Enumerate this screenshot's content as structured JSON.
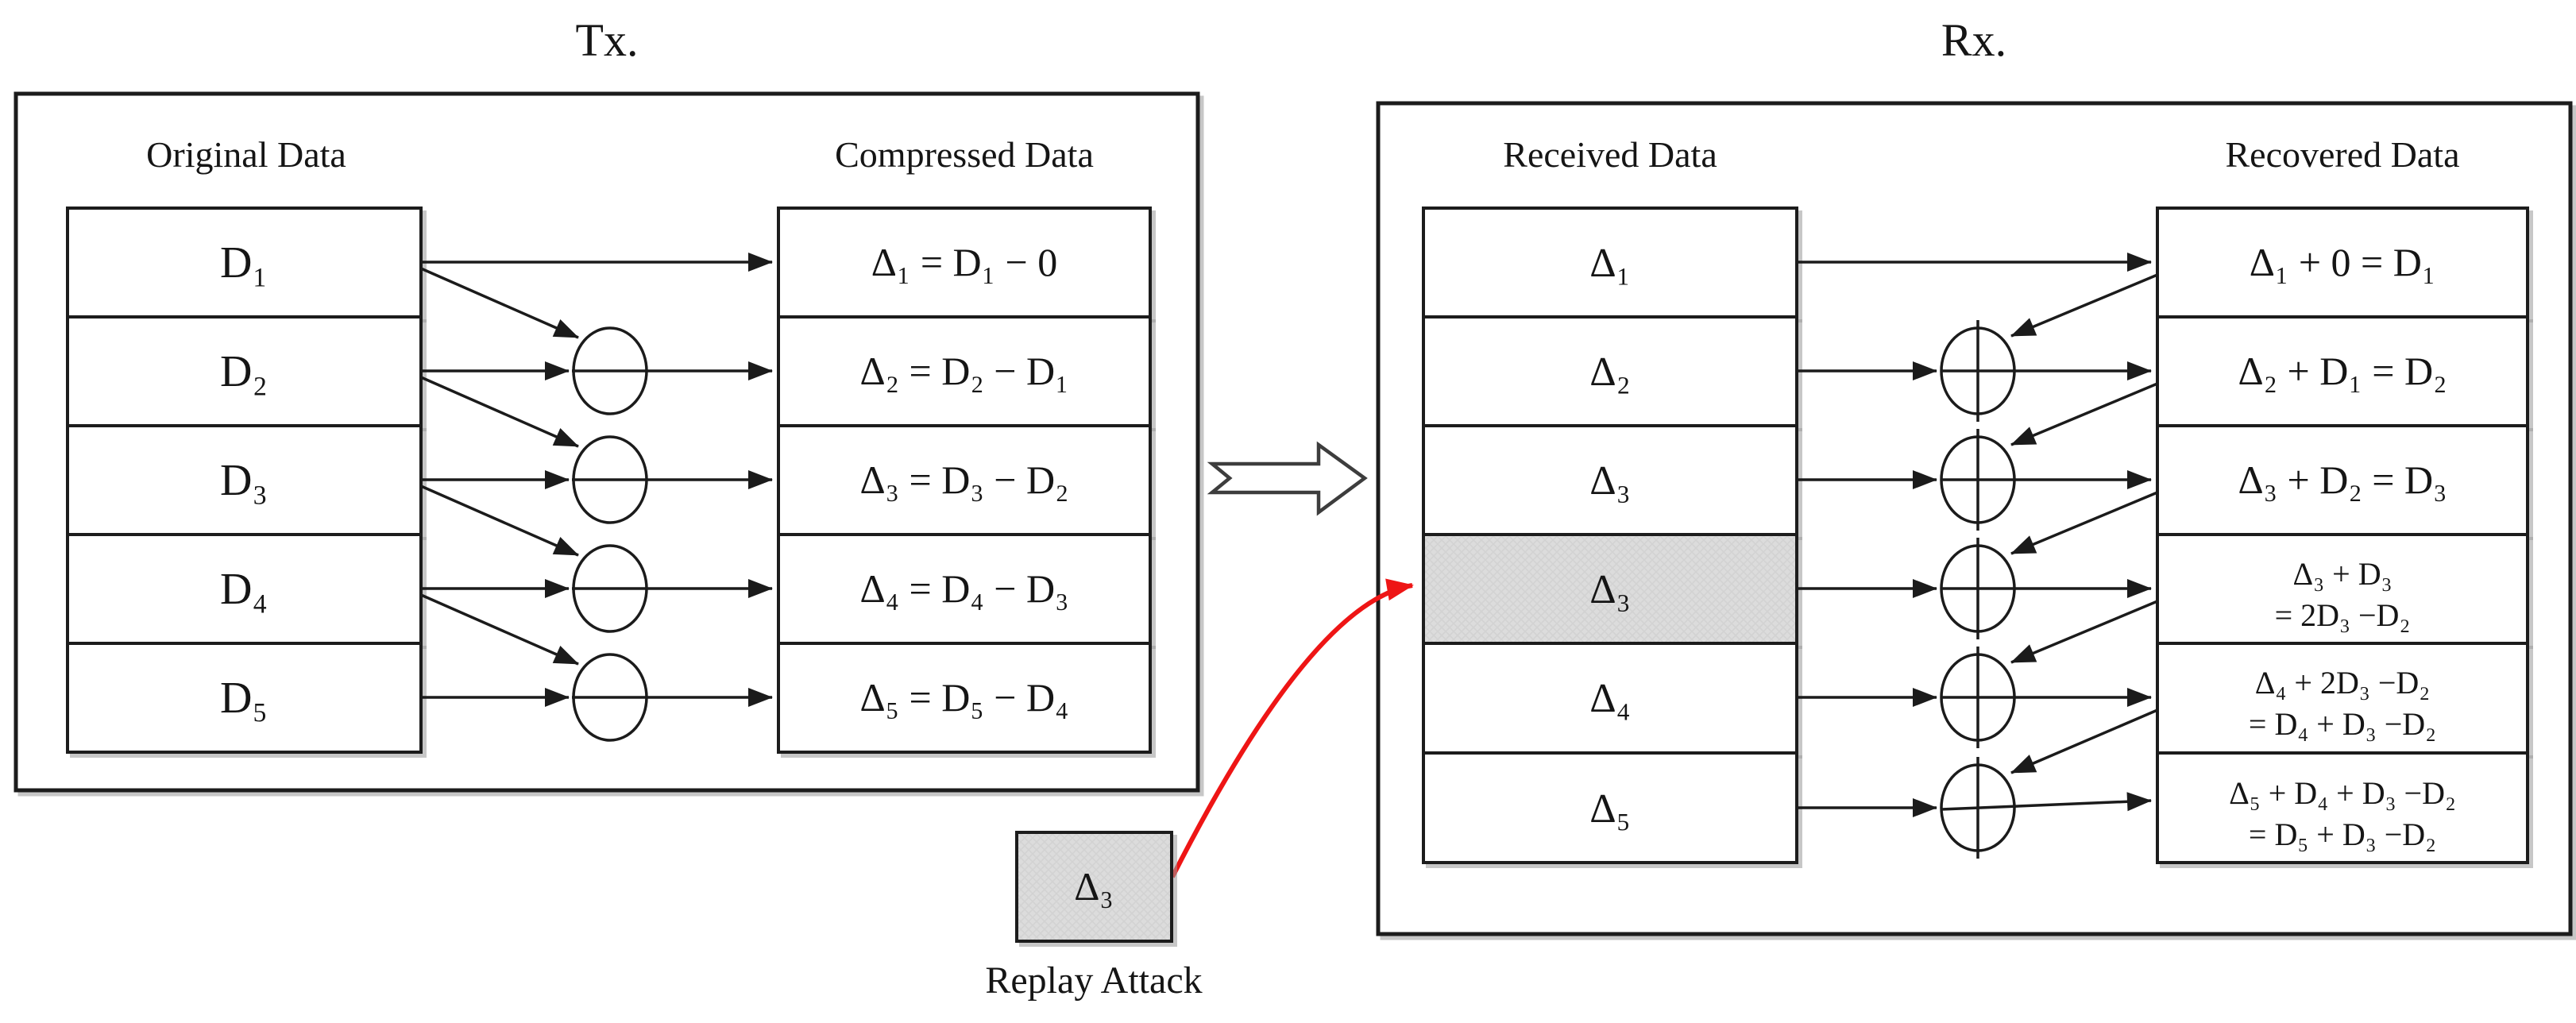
{
  "tx": {
    "title": "Tx.",
    "original_header": "Original Data",
    "compressed_header": "Compressed Data",
    "original_cells": [
      "D₁",
      "D₂",
      "D₃",
      "D₄",
      "D₅"
    ],
    "compressed_cells": [
      "Δ₁ = D₁ − 0",
      "Δ₂ = D₂ − D₁",
      "Δ₃ = D₃ − D₂",
      "Δ₄ = D₄ − D₃",
      "Δ₅ = D₅ − D₄"
    ],
    "node_operator": "minus"
  },
  "rx": {
    "title": "Rx.",
    "received_header": "Received Data",
    "recovered_header": "Recovered Data",
    "received_cells": [
      "Δ₁",
      "Δ₂",
      "Δ₃",
      "Δ₃",
      "Δ₄",
      "Δ₅"
    ],
    "replayed_row_index": 3,
    "recovered_cells": [
      [
        "Δ₁ + 0 = D₁",
        ""
      ],
      [
        "Δ₂ + D₁ = D₂",
        ""
      ],
      [
        "Δ₃ + D₂ = D₃",
        ""
      ],
      [
        "Δ₃ + D₃",
        "= 2D₃ −D₂"
      ],
      [
        "Δ₄ + 2D₃ −D₂",
        "= D₄ + D₃ −D₂"
      ],
      [
        "Δ₅ + D₄ + D₃ −D₂",
        "= D₅ + D₃ −D₂"
      ]
    ],
    "node_operator": "plus"
  },
  "attack": {
    "box_label": "Δ₃",
    "caption": "Replay Attack"
  },
  "colors": {
    "line": "#1b1b1b",
    "shaded_fill": "#dcdcdc",
    "attack_red": "#ee1515",
    "double_arrow_outline": "#3d3d3d",
    "background": "#ffffff"
  }
}
